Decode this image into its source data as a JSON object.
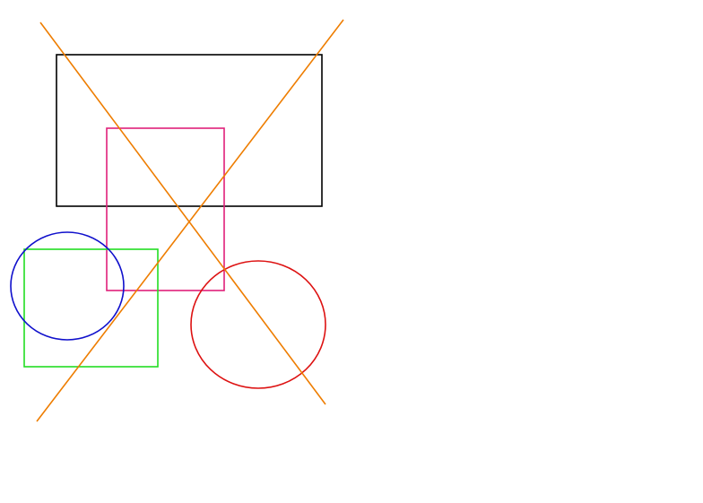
{
  "diagram": {
    "shapes": [
      {
        "kind": "rectangle",
        "name": "black-rectangle",
        "color": "#000000"
      },
      {
        "kind": "rectangle",
        "name": "pink-rectangle",
        "color": "#e0207a"
      },
      {
        "kind": "rectangle",
        "name": "green-rectangle",
        "color": "#22dd22"
      },
      {
        "kind": "circle",
        "name": "blue-circle",
        "color": "#1010cc"
      },
      {
        "kind": "circle",
        "name": "red-circle",
        "color": "#dd1111"
      },
      {
        "kind": "line",
        "name": "orange-line-descending",
        "color": "#ee7d00"
      },
      {
        "kind": "line",
        "name": "orange-line-ascending",
        "color": "#ee7d00"
      }
    ]
  }
}
